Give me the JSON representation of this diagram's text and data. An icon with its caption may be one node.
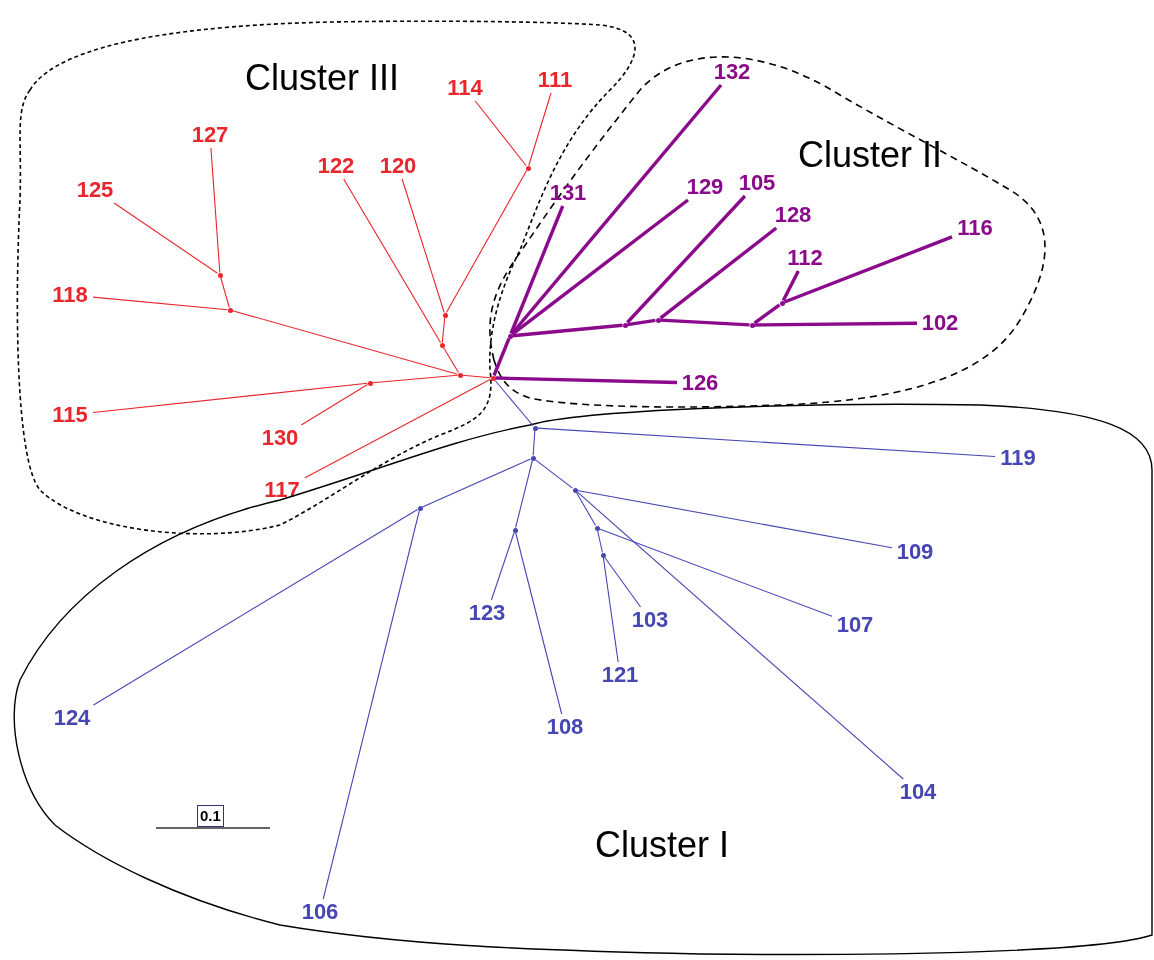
{
  "diagram": {
    "nodes": [
      {
        "text": [
          "Cluster III"
        ]
      },
      {
        "text": [
          "Cluster II"
        ]
      },
      {
        "text": [
          "Cluster I"
        ]
      },
      {
        "text": [
          "111"
        ],
        "in": 0
      },
      {
        "text": [
          "114"
        ],
        "in": 0
      },
      {
        "text": [
          "127"
        ],
        "in": 0
      },
      {
        "text": [
          "122"
        ],
        "in": 0
      },
      {
        "text": [
          "120"
        ],
        "in": 0
      },
      {
        "text": [
          "125"
        ],
        "in": 0
      },
      {
        "text": [
          "118"
        ],
        "in": 0
      },
      {
        "text": [
          "115"
        ],
        "in": 0
      },
      {
        "text": [
          "130"
        ],
        "in": 0
      },
      {
        "text": [
          "117"
        ],
        "in": 0
      },
      {
        "text": [],
        "shape": "point",
        "in": 0
      },
      {
        "text": [],
        "shape": "point",
        "in": 0
      },
      {
        "text": [],
        "shape": "point",
        "in": 0
      },
      {
        "text": [],
        "shape": "point",
        "in": 0
      },
      {
        "text": [],
        "shape": "point",
        "in": 0
      },
      {
        "text": [],
        "shape": "point",
        "in": 0
      },
      {
        "text": [],
        "shape": "point",
        "in": 0
      },
      {
        "text": [
          "132"
        ],
        "in": 1
      },
      {
        "text": [
          "131"
        ],
        "in": 1
      },
      {
        "text": [
          "129"
        ],
        "in": 1
      },
      {
        "text": [
          "105"
        ],
        "in": 1
      },
      {
        "text": [
          "128"
        ],
        "in": 1
      },
      {
        "text": [
          "116"
        ],
        "in": 1
      },
      {
        "text": [
          "112"
        ],
        "in": 1
      },
      {
        "text": [
          "102"
        ],
        "in": 1
      },
      {
        "text": [
          "126"
        ],
        "in": 1
      },
      {
        "text": [],
        "shape": "point",
        "in": 1
      },
      {
        "text": [],
        "shape": "point",
        "in": 1
      },
      {
        "text": [],
        "shape": "point",
        "in": 1
      },
      {
        "text": [],
        "shape": "point",
        "in": 1
      },
      {
        "text": [],
        "shape": "point",
        "in": 1
      },
      {
        "text": [
          "119"
        ],
        "in": 2
      },
      {
        "text": [
          "109"
        ],
        "in": 2
      },
      {
        "text": [
          "123"
        ],
        "in": 2
      },
      {
        "text": [
          "103"
        ],
        "in": 2
      },
      {
        "text": [
          "107"
        ],
        "in": 2
      },
      {
        "text": [
          "121"
        ],
        "in": 2
      },
      {
        "text": [
          "124"
        ],
        "in": 2
      },
      {
        "text": [
          "108"
        ],
        "in": 2
      },
      {
        "text": [
          "104"
        ],
        "in": 2
      },
      {
        "text": [
          "106"
        ],
        "in": 2
      },
      {
        "text": [],
        "shape": "point",
        "in": 2
      },
      {
        "text": [],
        "shape": "point",
        "in": 2
      },
      {
        "text": [],
        "shape": "point",
        "in": 2
      },
      {
        "text": [],
        "shape": "point",
        "in": 2
      },
      {
        "text": [],
        "shape": "point",
        "in": 2
      },
      {
        "text": [],
        "shape": "point",
        "in": 2
      },
      {
        "text": [],
        "shape": "point",
        "in": 2
      },
      {
        "text": [],
        "shape": "point"
      }
    ],
    "edges": [
      {
        "from": 13,
        "to": 3,
        "arrow": "none",
        "color": "#e8262b"
      },
      {
        "from": 13,
        "to": 4,
        "arrow": "none",
        "color": "#e8262b"
      },
      {
        "from": 14,
        "to": 7,
        "arrow": "none",
        "color": "#e8262b"
      },
      {
        "from": 14,
        "to": 13,
        "arrow": "none",
        "color": "#e8262b"
      },
      {
        "from": 15,
        "to": 6,
        "arrow": "none",
        "color": "#e8262b"
      },
      {
        "from": 15,
        "to": 14,
        "arrow": "none",
        "color": "#e8262b"
      },
      {
        "from": 16,
        "to": 8,
        "arrow": "none",
        "color": "#e8262b"
      },
      {
        "from": 16,
        "to": 5,
        "arrow": "none",
        "color": "#e8262b"
      },
      {
        "from": 17,
        "to": 9,
        "arrow": "none",
        "color": "#e8262b"
      },
      {
        "from": 17,
        "to": 16,
        "arrow": "none",
        "color": "#e8262b"
      },
      {
        "from": 18,
        "to": 10,
        "arrow": "none",
        "color": "#e8262b"
      },
      {
        "from": 18,
        "to": 11,
        "arrow": "none",
        "color": "#e8262b"
      },
      {
        "from": 19,
        "to": 17,
        "arrow": "none",
        "color": "#e8262b"
      },
      {
        "from": 19,
        "to": 18,
        "arrow": "none",
        "color": "#e8262b"
      },
      {
        "from": 19,
        "to": 15,
        "arrow": "none",
        "color": "#e8262b"
      },
      {
        "from": 51,
        "to": 12,
        "arrow": "none",
        "color": "#e8262b"
      },
      {
        "from": 51,
        "to": 19,
        "arrow": "none",
        "color": "#e8262b"
      },
      {
        "from": 51,
        "to": 29,
        "arrow": "none",
        "style": "thick",
        "color": "#8b0a8b"
      },
      {
        "from": 29,
        "to": 21,
        "arrow": "none",
        "style": "thick",
        "color": "#8b0a8b"
      },
      {
        "from": 29,
        "to": 20,
        "arrow": "none",
        "style": "thick",
        "color": "#8b0a8b"
      },
      {
        "from": 29,
        "to": 22,
        "arrow": "none",
        "style": "thick",
        "color": "#8b0a8b"
      },
      {
        "from": 29,
        "to": 30,
        "arrow": "none",
        "style": "thick",
        "color": "#8b0a8b"
      },
      {
        "from": 30,
        "to": 23,
        "arrow": "none",
        "style": "thick",
        "color": "#8b0a8b"
      },
      {
        "from": 30,
        "to": 31,
        "arrow": "none",
        "style": "thick",
        "color": "#8b0a8b"
      },
      {
        "from": 31,
        "to": 24,
        "arrow": "none",
        "style": "thick",
        "color": "#8b0a8b"
      },
      {
        "from": 31,
        "to": 32,
        "arrow": "none",
        "style": "thick",
        "color": "#8b0a8b"
      },
      {
        "from": 32,
        "to": 27,
        "arrow": "none",
        "style": "thick",
        "color": "#8b0a8b"
      },
      {
        "from": 32,
        "to": 33,
        "arrow": "none",
        "style": "thick",
        "color": "#8b0a8b"
      },
      {
        "from": 33,
        "to": 26,
        "arrow": "none",
        "style": "thick",
        "color": "#8b0a8b"
      },
      {
        "from": 33,
        "to": 25,
        "arrow": "none",
        "style": "thick",
        "color": "#8b0a8b"
      },
      {
        "from": 51,
        "to": 28,
        "arrow": "none",
        "style": "thick",
        "color": "#8b0a8b"
      },
      {
        "from": 51,
        "to": 44,
        "arrow": "none",
        "color": "#4646b4"
      },
      {
        "from": 44,
        "to": 34,
        "arrow": "none",
        "color": "#4646b4"
      },
      {
        "from": 44,
        "to": 45,
        "arrow": "none",
        "color": "#4646b4"
      },
      {
        "from": 45,
        "to": 46,
        "arrow": "none",
        "color": "#4646b4"
      },
      {
        "from": 46,
        "to": 40,
        "arrow": "none",
        "color": "#4646b4"
      },
      {
        "from": 46,
        "to": 43,
        "arrow": "none",
        "color": "#4646b4"
      },
      {
        "from": 45,
        "to": 47,
        "arrow": "none",
        "color": "#4646b4"
      },
      {
        "from": 47,
        "to": 36,
        "arrow": "none",
        "color": "#4646b4"
      },
      {
        "from": 47,
        "to": 41,
        "arrow": "none",
        "color": "#4646b4"
      },
      {
        "from": 45,
        "to": 48,
        "arrow": "none",
        "color": "#4646b4"
      },
      {
        "from": 48,
        "to": 35,
        "arrow": "none",
        "color": "#4646b4"
      },
      {
        "from": 48,
        "to": 49,
        "arrow": "none",
        "color": "#4646b4"
      },
      {
        "from": 48,
        "to": 42,
        "arrow": "none",
        "color": "#4646b4"
      },
      {
        "from": 49,
        "to": 38,
        "arrow": "none",
        "color": "#4646b4"
      },
      {
        "from": 49,
        "to": 50,
        "arrow": "none",
        "color": "#4646b4"
      },
      {
        "from": 50,
        "to": 39,
        "arrow": "none",
        "color": "#4646b4"
      },
      {
        "from": 50,
        "to": 37,
        "arrow": "none",
        "color": "#4646b4"
      }
    ],
    "labels": [
      "0.1"
    ]
  }
}
